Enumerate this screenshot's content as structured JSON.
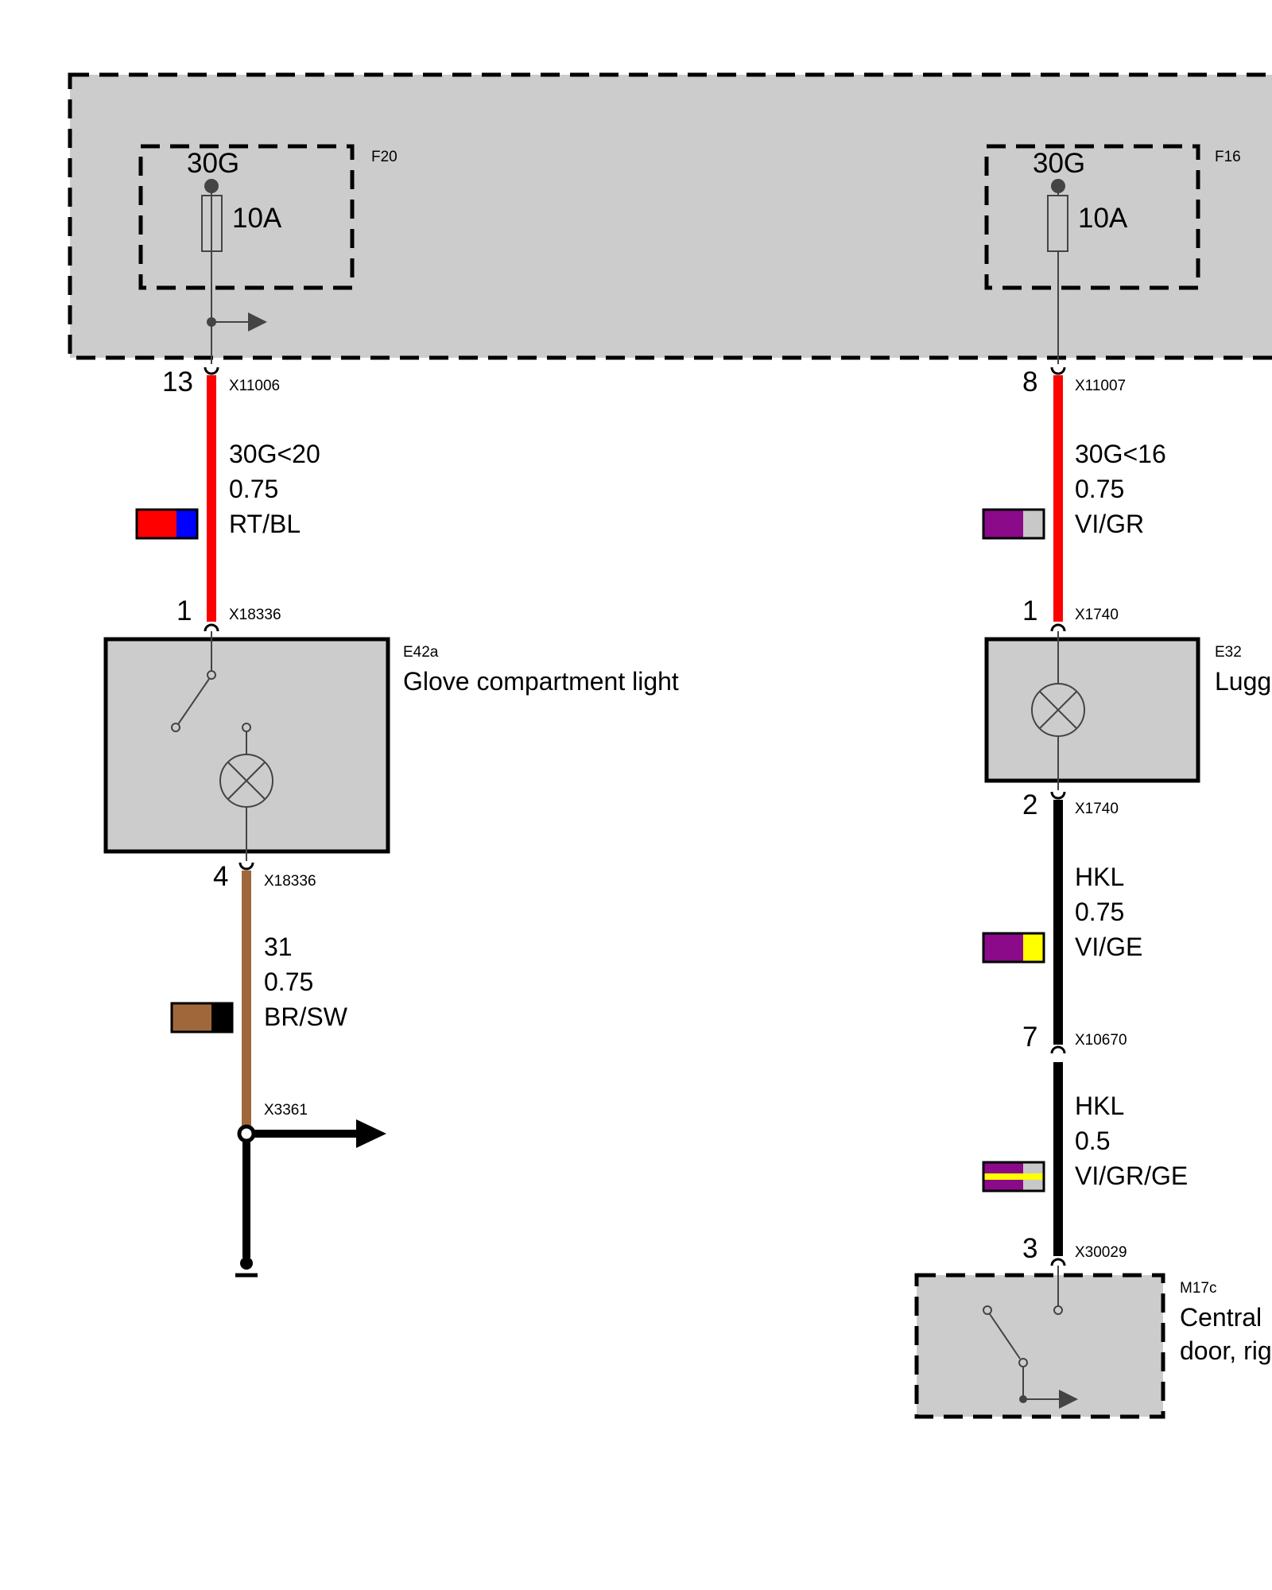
{
  "fuses": [
    {
      "id": "F20",
      "terminal": "30G",
      "rating": "10A"
    },
    {
      "id": "F16",
      "terminal": "30G",
      "rating": "10A"
    }
  ],
  "left_circuit": {
    "wire1": {
      "pin": "13",
      "connector": "X11006",
      "signal": "30G<20",
      "gauge": "0.75",
      "color_code": "RT/BL",
      "colors": [
        "#ff0000",
        "#0000ff"
      ]
    },
    "pin_in": {
      "pin": "1",
      "connector": "X18336"
    },
    "component": {
      "id": "E42a",
      "name": "Glove compartment light"
    },
    "pin_out": {
      "pin": "4",
      "connector": "X18336"
    },
    "wire2": {
      "signal": "31",
      "gauge": "0.75",
      "color_code": "BR/SW",
      "colors": [
        "#a0683a",
        "#000000"
      ]
    },
    "junction": {
      "connector": "X3361"
    }
  },
  "right_circuit": {
    "wire1": {
      "pin": "8",
      "connector": "X11007",
      "signal": "30G<16",
      "gauge": "0.75",
      "color_code": "VI/GR",
      "colors": [
        "#8a0a8a",
        "#c8c8c8"
      ]
    },
    "pin_in": {
      "pin": "1",
      "connector": "X1740"
    },
    "component": {
      "id": "E32",
      "name": "Lugg"
    },
    "pin_out": {
      "pin": "2",
      "connector": "X1740"
    },
    "wire2": {
      "signal": "HKL",
      "gauge": "0.75",
      "color_code": "VI/GE",
      "colors": [
        "#8a0a8a",
        "#ffff00"
      ]
    },
    "pin_mid": {
      "pin": "7",
      "connector": "X10670"
    },
    "wire3": {
      "signal": "HKL",
      "gauge": "0.5",
      "color_code": "VI/GR/GE",
      "colors": [
        "#8a0a8a",
        "#c8c8c8",
        "#ffff00"
      ]
    },
    "pin_end": {
      "pin": "3",
      "connector": "X30029"
    },
    "module": {
      "id": "M17c",
      "name_line1": "Central",
      "name_line2": "door, rig"
    }
  },
  "colors": {
    "power_wire": "#ff0000",
    "ground_wire": "#a0683a",
    "panel_fill": "#cccccc"
  }
}
